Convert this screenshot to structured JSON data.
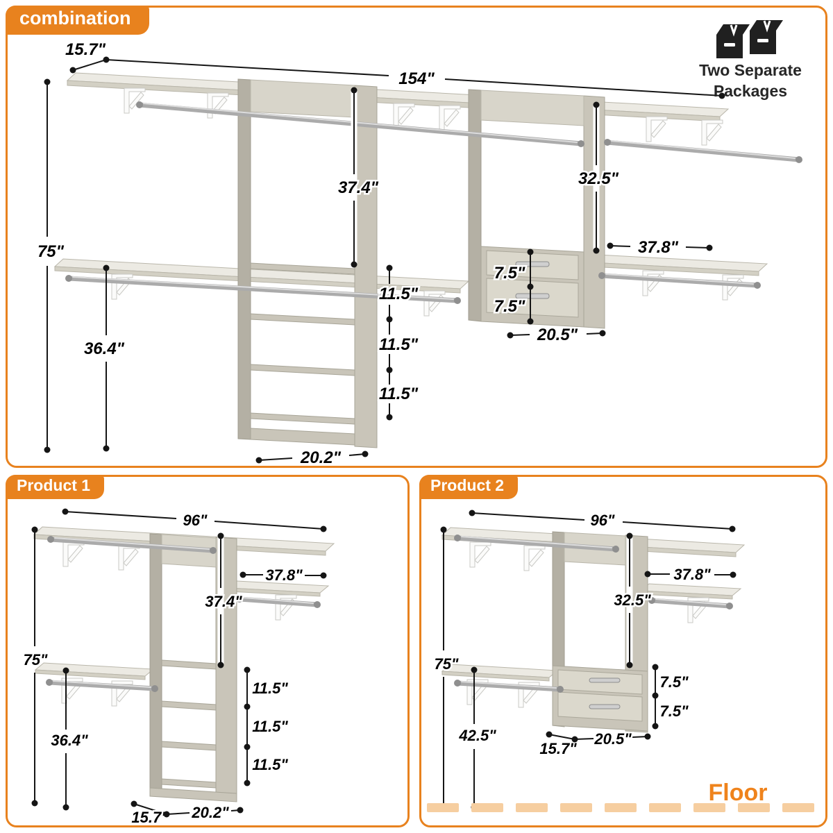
{
  "packages_note": {
    "line1": "Two Separate",
    "line2": "Packages"
  },
  "colors": {
    "accent": "#E8821E",
    "floor_dash": "#F6CEA0",
    "dimension": "#151515"
  },
  "combination": {
    "label": "combination",
    "dims": {
      "depth": "15.7\"",
      "total_width": "154\"",
      "total_height": "75\"",
      "tower_open_height": "37.4\"",
      "drawer_open_height": "32.5\"",
      "side_shelf_width": "37.8\"",
      "drawer_height_top": "7.5\"",
      "drawer_height_bottom": "7.5\"",
      "drawer_unit_width": "20.5\"",
      "shelf_gap_1": "11.5\"",
      "shelf_gap_2": "11.5\"",
      "shelf_gap_3": "11.5\"",
      "lower_section_height": "36.4\"",
      "tower_width": "20.2\""
    }
  },
  "product1": {
    "label": "Product 1",
    "dims": {
      "total_width": "96\"",
      "total_height": "75\"",
      "side_shelf_width": "37.8\"",
      "tower_open_height": "37.4\"",
      "shelf_gap_1": "11.5\"",
      "shelf_gap_2": "11.5\"",
      "shelf_gap_3": "11.5\"",
      "lower_section_height": "36.4\"",
      "tower_depth": "15.7\"",
      "tower_width": "20.2\""
    }
  },
  "product2": {
    "label": "Product 2",
    "dims": {
      "total_width": "96\"",
      "total_height": "75\"",
      "side_shelf_width": "37.8\"",
      "tower_open_height": "32.5\"",
      "drawer_height_top": "7.5\"",
      "drawer_height_bottom": "7.5\"",
      "rod_height": "42.5\"",
      "tower_depth": "15.7\"",
      "drawer_unit_width": "20.5\""
    },
    "floor_label": "Floor"
  }
}
